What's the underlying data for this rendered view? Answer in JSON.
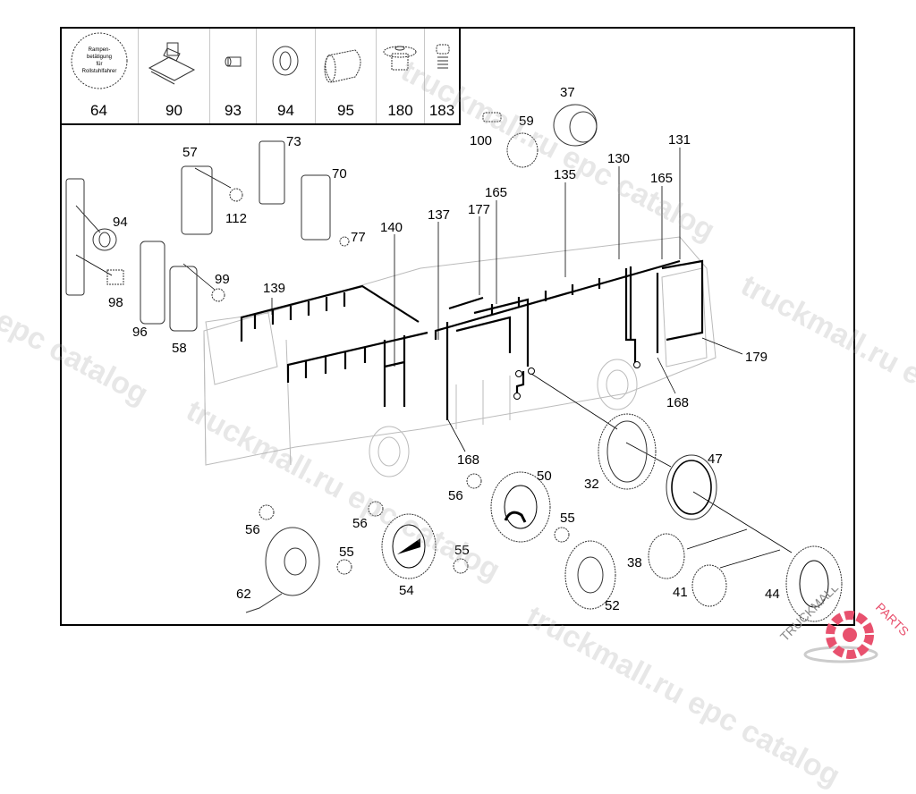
{
  "thumbnail_strip": {
    "items": [
      {
        "label": "64",
        "icon": "ramp-operation-label-icon",
        "sticker_text": [
          "Rampen-",
          "betätigung",
          "für",
          "Rollstuhlfahrer"
        ]
      },
      {
        "label": "90",
        "icon": "bracket-clip-icon"
      },
      {
        "label": "93",
        "icon": "sleeve-icon"
      },
      {
        "label": "94",
        "icon": "grommet-ring-icon"
      },
      {
        "label": "95",
        "icon": "cylinder-sleeve-icon"
      },
      {
        "label": "180",
        "icon": "flanged-nut-icon"
      },
      {
        "label": "183",
        "icon": "threaded-stud-icon"
      }
    ]
  },
  "callouts": {
    "c57": "57",
    "c73": "73",
    "c70": "70",
    "c112": "112",
    "c77": "77",
    "c94": "94",
    "c98": "98",
    "c96": "96",
    "c58": "58",
    "c99": "99",
    "c139": "139",
    "c140": "140",
    "c137": "137",
    "c177": "177",
    "c165a": "165",
    "c135": "135",
    "c130": "130",
    "c165b": "165",
    "c131": "131",
    "c179": "179",
    "c168a": "168",
    "c168b": "168",
    "c100": "100",
    "c59": "59",
    "c37": "37",
    "c32": "32",
    "c47": "47",
    "c50": "50",
    "c55a": "55",
    "c55b": "55",
    "c55c": "55",
    "c56a": "56",
    "c56b": "56",
    "c56c": "56",
    "c54": "54",
    "c62": "62",
    "c52": "52",
    "c38": "38",
    "c41": "41",
    "c44": "44"
  },
  "watermarks": {
    "text_a": "truckmall.ru epc catalog",
    "text_b": "truckmall.ru epc catalog",
    "text_c": "l epc catalog",
    "text_d": "truckmall.ru epc catalog",
    "text_e": "truckmall.ru e"
  },
  "logo": {
    "text_left": "TRUCKMALL",
    "text_right": "PARTS",
    "accent_color": "#e8516e"
  }
}
